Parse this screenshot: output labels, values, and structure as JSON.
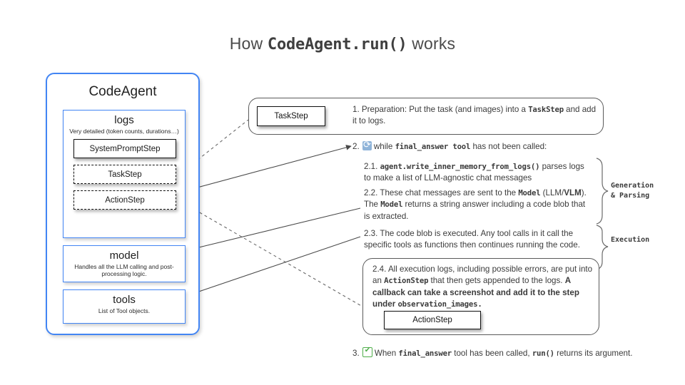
{
  "title": {
    "prefix": "How ",
    "code": "CodeAgent.run()",
    "suffix": " works"
  },
  "agent_panel": {
    "title": "CodeAgent",
    "logs": {
      "title": "logs",
      "subtitle": "Very detailed (token counts, durations…)",
      "steps": [
        {
          "label": "SystemPromptStep",
          "style": "solid"
        },
        {
          "label": "TaskStep",
          "style": "dashed"
        },
        {
          "label": "ActionStep",
          "style": "dashed"
        }
      ]
    },
    "model": {
      "title": "model",
      "subtitle": "Handles all the LLM calling and post-processing logic."
    },
    "tools": {
      "title": "tools",
      "subtitle": "List of Tool objects."
    }
  },
  "flow": {
    "taskstep_chip": "TaskStep",
    "actionstep_chip": "ActionStep",
    "step1": {
      "number": "1.",
      "text_a": "Preparation: Put the task (and images) into a ",
      "code_a": "TaskStep",
      "text_b": " and add it to logs."
    },
    "step2": {
      "number": "2.",
      "icon": "loop-icon",
      "text_a": "while ",
      "code_a": "final_answer tool",
      "text_b": " has not been called:"
    },
    "step21": {
      "number": "2.1.",
      "code_a": "agent.write_inner_memory_from_logs()",
      "text_a": " parses logs to make a list of LLM-agnostic chat messages"
    },
    "step22": {
      "number": "2.2.",
      "text_a": "These chat messages are sent to the ",
      "code_a": "Model",
      "text_b": " (LLM/",
      "bold_b": "VLM",
      "text_c": "). The ",
      "code_b": "Model",
      "text_d": " returns a string answer including a code blob that is extracted."
    },
    "step23": {
      "number": "2.3.",
      "text_a": "The code blob is executed. Any tool calls in it call the specific tools as functions then continues running the code."
    },
    "step24": {
      "number": "2.4.",
      "text_a": "All execution logs, including possible errors, are put into an ",
      "code_a": "ActionStep",
      "text_b": " that then gets appended to the logs. ",
      "bold_a": "A callback can  take a screenshot and add it to the step under ",
      "code_b": "observation_images."
    },
    "step3": {
      "number": "3.",
      "icon": "check-icon",
      "text_a": "When ",
      "code_a": "final_answer",
      "text_b": " tool has been called, ",
      "code_b": "run()",
      "text_c": " returns its argument."
    }
  },
  "side_labels": {
    "generation": "Generation\n& Parsing",
    "generation_line1": "Generation",
    "generation_line2": "& Parsing",
    "execution": "Execution"
  },
  "colors": {
    "accent_blue": "#4285F4",
    "text": "#3b3b3b",
    "check_green": "#4fae4a",
    "loop_blue": "#8fb4d9"
  }
}
